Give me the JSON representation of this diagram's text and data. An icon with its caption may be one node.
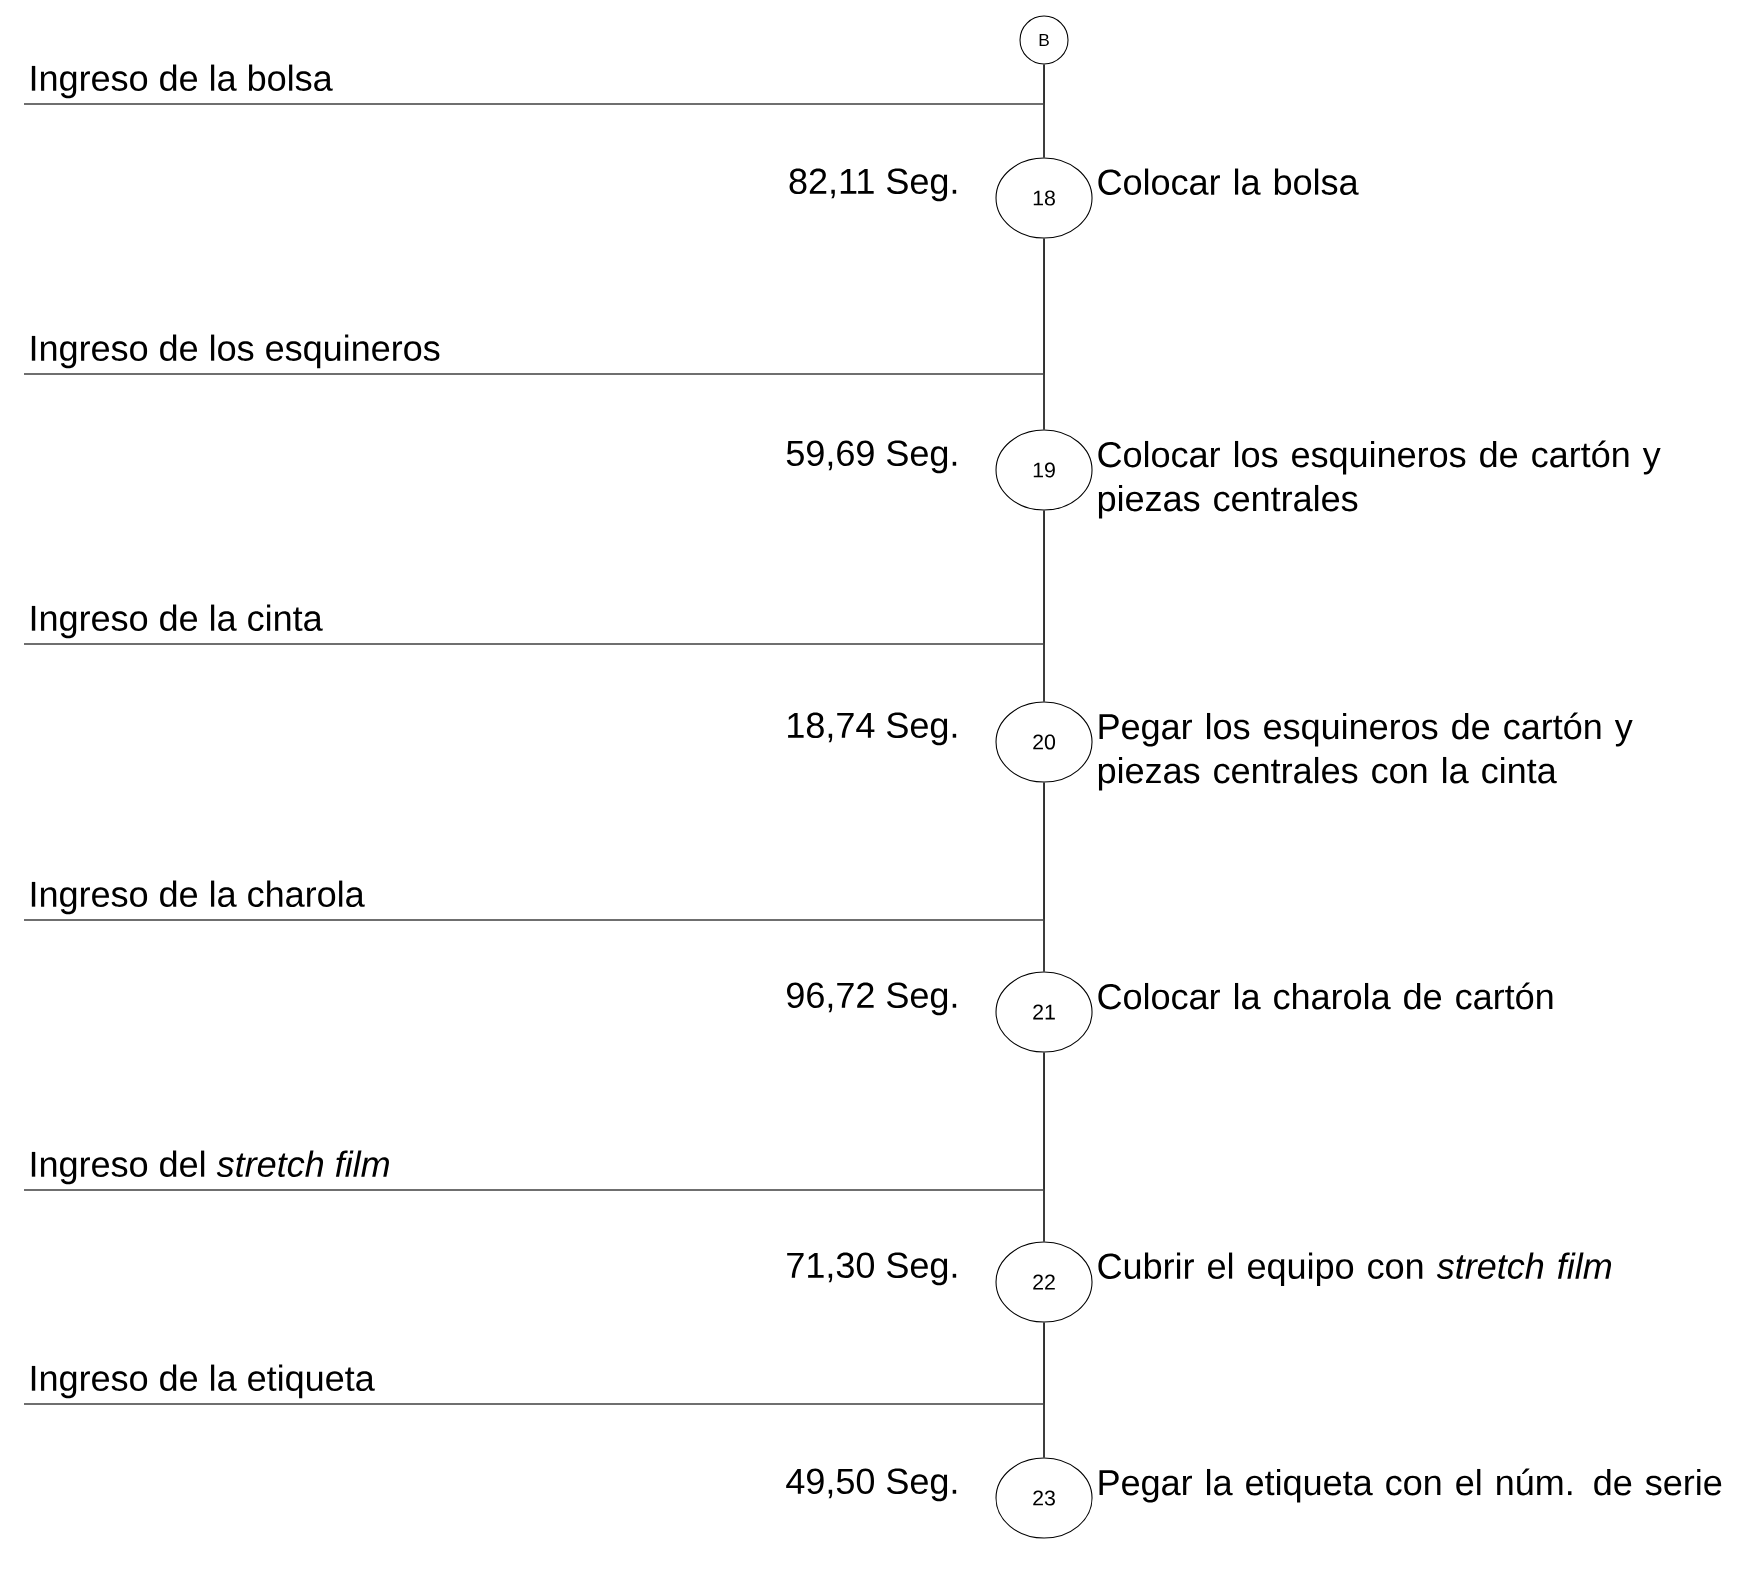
{
  "diagram": {
    "nodes": [
      {
        "text": [
          "B"
        ]
      },
      {
        "text": [
          "Ingreso de la bolsa"
        ]
      },
      {
        "text": [
          "18"
        ],
        "beside": [
          "82,11 Seg.",
          "Colocar la bolsa"
        ]
      },
      {
        "text": [
          "Ingreso de los esquineros"
        ]
      },
      {
        "text": [
          "19"
        ],
        "beside": [
          "59,69 Seg.",
          "Colocar los esquineros de cartón y piezas centrales"
        ]
      },
      {
        "text": [
          "Ingreso de la cinta"
        ]
      },
      {
        "text": [
          "20"
        ],
        "beside": [
          "18,74 Seg.",
          "Pegar los esquineros de cartón y piezas centrales con la cinta"
        ]
      },
      {
        "text": [
          "Ingreso de la charola"
        ]
      },
      {
        "text": [
          "21"
        ],
        "beside": [
          "96,72 Seg.",
          "Colocar la charola de cartón"
        ]
      },
      {
        "text": [
          "Ingreso del *stretch film*"
        ]
      },
      {
        "text": [
          "22"
        ],
        "beside": [
          "71,30 Seg.",
          "Cubrir el equipo con *stretch film*"
        ]
      },
      {
        "text": [
          "Ingreso de la etiqueta"
        ]
      },
      {
        "text": [
          "23"
        ],
        "beside": [
          "49,50 Seg.",
          "Pegar la etiqueta con el núm. de serie"
        ]
      }
    ],
    "edges": [
      {
        "from": 0,
        "to": 2,
        "arrow": "none"
      },
      {
        "from": 1,
        "to": 2,
        "arrow": "none"
      },
      {
        "from": 2,
        "to": 4,
        "arrow": "none"
      },
      {
        "from": 3,
        "to": 4,
        "arrow": "none"
      },
      {
        "from": 4,
        "to": 6,
        "arrow": "none"
      },
      {
        "from": 5,
        "to": 6,
        "arrow": "none"
      },
      {
        "from": 6,
        "to": 8,
        "arrow": "none"
      },
      {
        "from": 7,
        "to": 8,
        "arrow": "none"
      },
      {
        "from": 8,
        "to": 10,
        "arrow": "none"
      },
      {
        "from": 9,
        "to": 10,
        "arrow": "none"
      },
      {
        "from": 10,
        "to": 12,
        "arrow": "none"
      },
      {
        "from": 11,
        "to": 12,
        "arrow": "none"
      }
    ]
  }
}
